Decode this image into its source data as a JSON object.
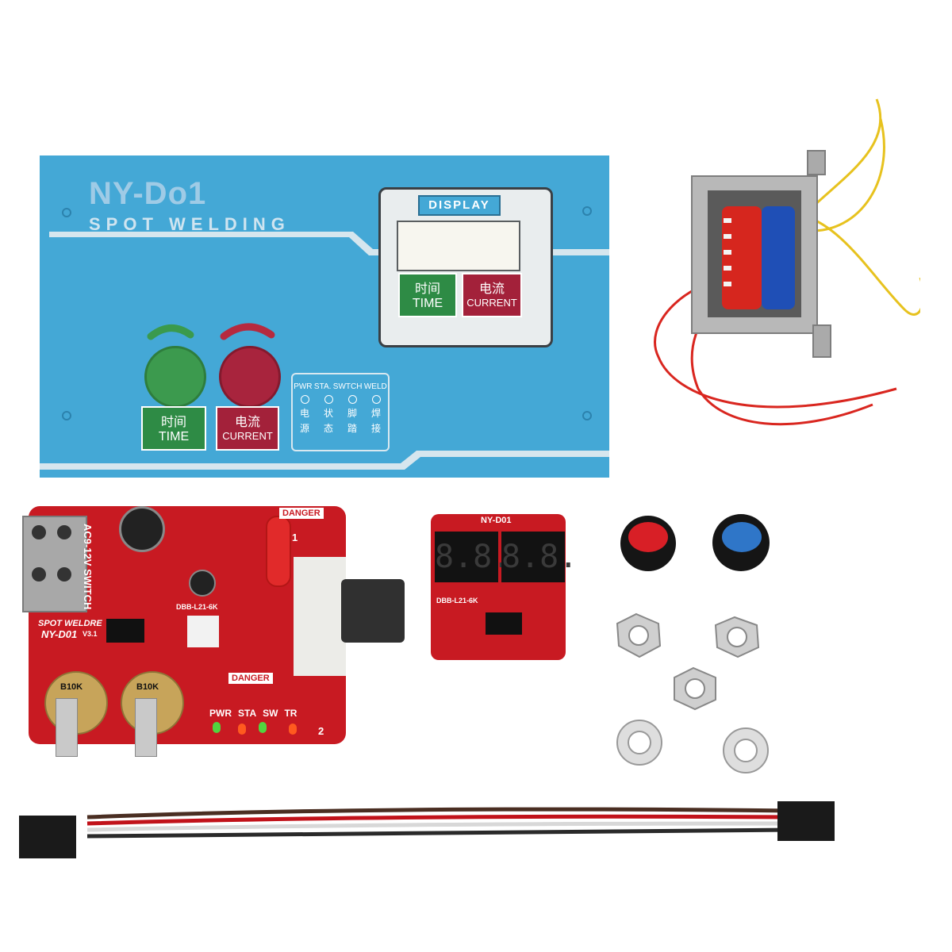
{
  "panel": {
    "model": "NY-Do1",
    "subtitle": "SPOT WELDING",
    "display_label": "DISPLAY",
    "top_time_cn": "时间",
    "top_time_en": "TIME",
    "top_current_cn": "电流",
    "top_current_en": "CURRENT",
    "bottom_time_cn": "时间",
    "bottom_time_en": "TIME",
    "bottom_current_cn": "电流",
    "bottom_current_en": "CURRENT",
    "led_labels": [
      "PWR",
      "STA.",
      "SWTCH",
      "WELD"
    ],
    "led_cn_1": [
      "电",
      "状",
      "脚",
      "焊"
    ],
    "led_cn_2": [
      "源",
      "态",
      "踏",
      "接"
    ]
  },
  "main_board": {
    "danger_top": "DANGER",
    "danger_bottom": "DANGER",
    "voltage": "AC9-12V SWITCH",
    "name_1": "SPOT WELDRE",
    "name_2": "NY-D01",
    "version": "V3.1",
    "chip": "DBB-L21-6K",
    "pot_1": "B10K",
    "pot_2": "B10K",
    "led_labels": [
      "PWR",
      "STA",
      "SW",
      "TR"
    ],
    "mark_1": "1",
    "mark_2": "2"
  },
  "display_board": {
    "title": "NY-D01",
    "chip": "DBB-L21-6K",
    "digits_left": "8.8.",
    "digits_right": "8.8."
  },
  "colors": {
    "panel_blue": "#44a8d6",
    "pcb_red": "#c81a22",
    "knob_red": "#d81f26",
    "knob_blue": "#2f76c8"
  }
}
